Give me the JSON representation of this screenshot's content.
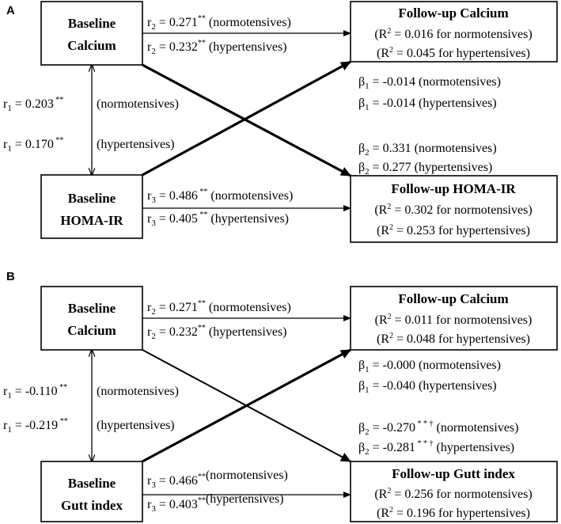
{
  "panels": [
    {
      "label": "A",
      "nodes": {
        "baseline_calcium": [
          "Baseline",
          "Calcium"
        ],
        "baseline_other": [
          "Baseline",
          "HOMA-IR"
        ],
        "followup_calcium": {
          "title": "Follow-up  Calcium",
          "r2_norm": "= 0.016 for normotensives)",
          "r2_hyp": "= 0.045 for hypertensives)"
        },
        "followup_other": {
          "title": "Follow-up HOMA-IR",
          "r2_norm": "= 0.302 for normotensives)",
          "r2_hyp": "= 0.253 for hypertensives)"
        }
      },
      "r2": {
        "norm_value": "= 0.271",
        "norm_sig": "**",
        "norm_group": "(normotensives)",
        "hyp_value": "= 0.232",
        "hyp_sig": "**",
        "hyp_group": "(hypertensives)"
      },
      "r1": {
        "norm_value": "= 0.203",
        "norm_sig": "**",
        "norm_group": "(normotensives)",
        "hyp_value": "= 0.170",
        "hyp_sig": "**",
        "hyp_group": "(hypertensives)"
      },
      "r3": {
        "norm_value": "= 0.486",
        "norm_sig": "**",
        "norm_group": "(normotensives)",
        "hyp_value": "= 0.405",
        "hyp_sig": "**",
        "hyp_group": "(hypertensives)"
      },
      "beta1": {
        "norm_value": "= -0.014",
        "norm_sig": "",
        "norm_group": "(normotensives)",
        "hyp_value": "= -0.014",
        "hyp_sig": "",
        "hyp_group": "(hypertensives)"
      },
      "beta2": {
        "norm_value": "= 0.331",
        "norm_sig": "",
        "norm_group": "(normotensives)",
        "hyp_value": "= 0.277",
        "hyp_sig": "",
        "hyp_group": "(hypertensives)"
      }
    },
    {
      "label": "B",
      "nodes": {
        "baseline_calcium": [
          "Baseline",
          "Calcium"
        ],
        "baseline_other": [
          "Baseline",
          "Gutt index"
        ],
        "followup_calcium": {
          "title": "Follow-up  Calcium",
          "r2_norm": "= 0.011 for normotensives)",
          "r2_hyp": "= 0.048 for hypertensives)"
        },
        "followup_other": {
          "title": "Follow-up Gutt index",
          "r2_norm": "= 0.256 for normotensives)",
          "r2_hyp": "= 0.196 for hypertensives)"
        }
      },
      "r2": {
        "norm_value": "= 0.271",
        "norm_sig": "**",
        "norm_group": "(normotensives)",
        "hyp_value": "= 0.232",
        "hyp_sig": "**",
        "hyp_group": "(hypertensives)"
      },
      "r1": {
        "norm_value": "= -0.110",
        "norm_sig": "**",
        "norm_group": "(normotensives)",
        "hyp_value": "= -0.219",
        "hyp_sig": "**",
        "hyp_group": "(hypertensives)"
      },
      "r3": {
        "norm_value": "= 0.466",
        "norm_sig": "**",
        "norm_group": "(normotensives)",
        "hyp_value": "= 0.403",
        "hyp_sig": "**",
        "hyp_group": "(hypertensives)"
      },
      "beta1": {
        "norm_value": "= -0.000",
        "norm_sig": "",
        "norm_group": "(normotensives)",
        "hyp_value": "= -0.040",
        "hyp_sig": "",
        "hyp_group": "(hypertensives)"
      },
      "beta2": {
        "norm_value": "= -0.270",
        "norm_sig": "* * †",
        "norm_group": "(normotensives)",
        "hyp_value": "= -0.281",
        "hyp_sig": "* * †",
        "hyp_group": "(hypertensives)"
      }
    }
  ]
}
